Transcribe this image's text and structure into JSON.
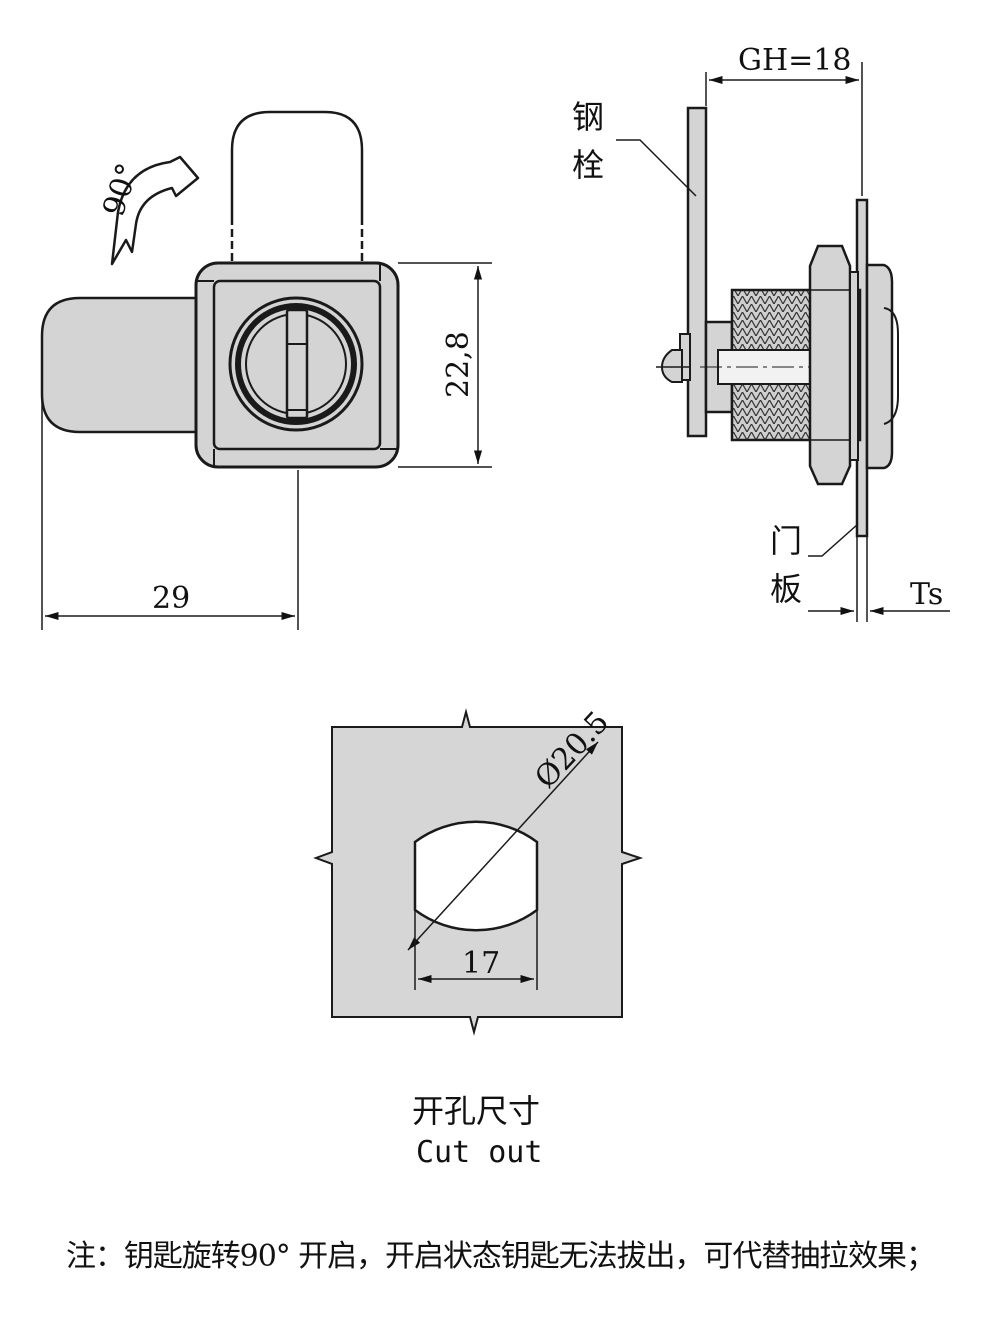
{
  "front_view": {
    "rotation_label": "90°",
    "height_dim": "22,8",
    "width_dim": "29"
  },
  "side_view": {
    "gh_dim": "GH=18",
    "steel_bolt_label": [
      "钢",
      "栓"
    ],
    "door_panel_label": [
      "门",
      "板"
    ],
    "ts_label": "Ts"
  },
  "cutout": {
    "diameter_dim": "Ø20.5",
    "flat_width_dim": "17",
    "title_cn": "开孔尺寸",
    "title_en": "Cut out"
  },
  "note": "注：钥匙旋转90° 开启，开启状态钥匙无法拔出，可代替抽拉效果；",
  "colors": {
    "part_fill": "#d4d4d4",
    "part_stroke": "#1a1a1a",
    "cutout_fill": "#d6d6d6"
  }
}
